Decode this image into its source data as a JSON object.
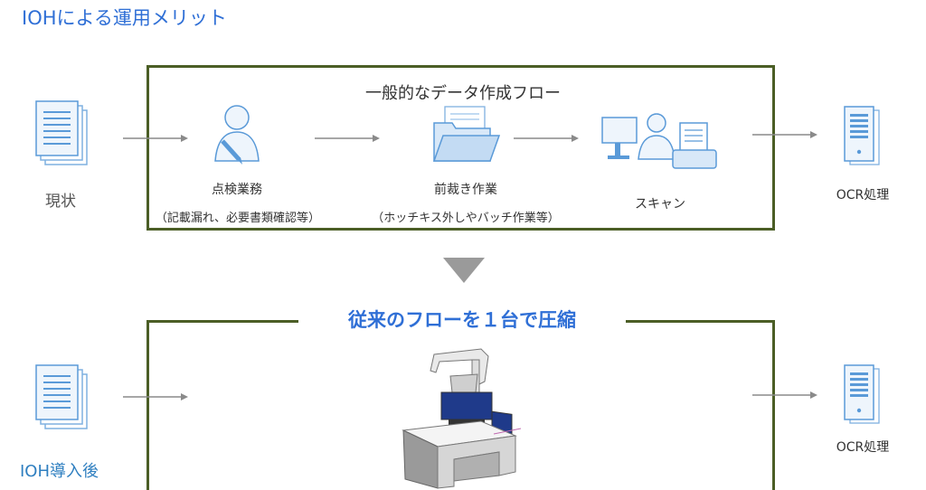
{
  "title": "IOHによる運用メリット",
  "top_flow": {
    "title": "一般的なデータ作成フロー",
    "current_label": "現状",
    "step1": {
      "label": "点検業務",
      "sub": "（記載漏れ、必要書類確認等）"
    },
    "step2": {
      "label": "前裁き作業",
      "sub": "（ホッチキス外しやバッチ作業等）"
    },
    "step3": {
      "label": "スキャン"
    },
    "output_label": "OCR処理"
  },
  "bottom_flow": {
    "banner": "従来のフローを１台で圧縮",
    "after_label": "IOH導入後",
    "output_label": "OCR処理"
  },
  "colors": {
    "accent_blue": "#2f6fd6",
    "frame_green": "#4b5e26",
    "icon_blue": "#4a8fd4"
  },
  "icons": {
    "document": "document-stack-icon",
    "worker": "worker-pen-icon",
    "folder": "folder-icon",
    "scanner": "scanner-operator-icon",
    "server": "server-icon",
    "device": "ioh-device-image"
  }
}
